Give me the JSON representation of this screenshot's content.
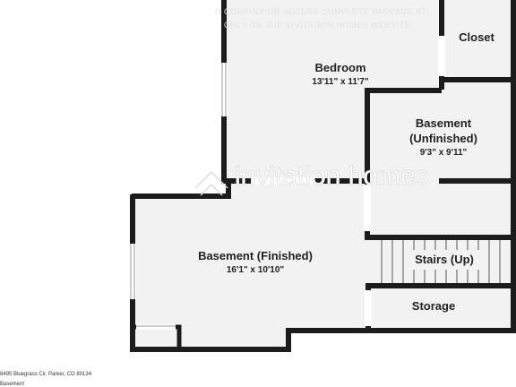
{
  "rooms": {
    "bedroom": {
      "name": "Bedroom",
      "dims": "13'11\" x 11'7\""
    },
    "closet": {
      "name": "Closet"
    },
    "basement_unfinished": {
      "name_line1": "Basement",
      "name_line2": "(Unfinished)",
      "dims": "9'3\" x 9'11\""
    },
    "basement_finished": {
      "name": "Basement (Finished)",
      "dims": "16'1\" x 10'10\""
    },
    "stairs": {
      "name": "Stairs (Up)"
    },
    "storage": {
      "name": "Storage"
    }
  },
  "watermark": {
    "line1": "N CONSULT OR ACCESS COMPLETE PACKAGE AT",
    "line2": "ONLY ON THE INVITATION HOMES WEBSITE",
    "logo": "invitation homes"
  },
  "footer": {
    "address": "8495 Bluegrass Cir, Parker, CO 80134",
    "level": "Basement"
  },
  "colors": {
    "wall": "#1c1c1c",
    "floor": "#f2f2f2",
    "window": "#9a9a9a"
  }
}
